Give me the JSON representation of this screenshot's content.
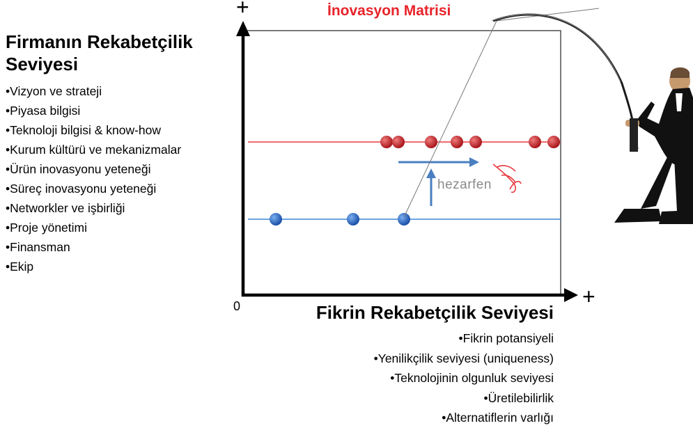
{
  "title": "İnovasyon Matrisi",
  "y_axis": {
    "heading": "Firmanın Rekabetçilik Seviyesi",
    "items": [
      "•Vizyon ve strateji",
      "•Piyasa bilgisi",
      "•Teknoloji bilgisi & know-how",
      "•Kurum kültürü ve mekanizmalar",
      "•Ürün inovasyonu yeteneği",
      "•Süreç inovasyonu yeteneği",
      "•Networkler ve işbirliği",
      "•Proje yönetimi",
      "•Finansman",
      "•Ekip"
    ],
    "plus_sign": "+"
  },
  "x_axis": {
    "heading": "Fikrin Rekabetçilik Seviyesi",
    "items": [
      "•Fikrin potansiyeli",
      "•Yenilikçilik seviyesi (uniqueness)",
      "•Teknolojinin olgunluk seviyesi",
      "•Üretilebilirlik",
      "•Alternatiflerin varlığı"
    ],
    "plus_sign": "+"
  },
  "origin_label": "0",
  "logo_text": "hezarfen",
  "colors": {
    "title": "#e8232a",
    "red_line": "#e8393f",
    "red_dot": "#c0262c",
    "blue_line": "#3a86d8",
    "blue_dot": "#1f64c8",
    "arrow": "#4a7fc1"
  },
  "graphic": {
    "figure": "fisherman-silhouette"
  }
}
